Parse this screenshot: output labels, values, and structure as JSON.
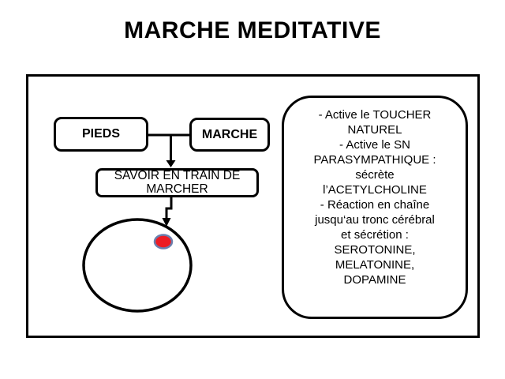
{
  "title": "MARCHE MEDITATIVE",
  "diagram": {
    "nodes": {
      "pieds": {
        "label": "PIEDS"
      },
      "marche": {
        "label": "MARCHE"
      },
      "savoir": {
        "label": [
          "SAVOIR EN TRAIN DE",
          "MARCHER"
        ]
      }
    },
    "panel": {
      "lines": [
        "- Active le TOUCHER",
        "NATUREL",
        "- Active le SN",
        "PARASYMPATHIQUE :",
        "sécrète",
        "l’ACETYLCHOLINE",
        "- Réaction en chaîne",
        "jusqu‘au tronc cérébral",
        "et sécrétion :",
        "SEROTONINE,",
        "MELATONINE,",
        "DOPAMINE"
      ]
    },
    "shapes": {
      "ellipse": "head-ellipse",
      "dot": "red-dot-marker"
    }
  },
  "colors": {
    "line": "#000000",
    "background": "#ffffff",
    "dot_fill": "#ed1c24",
    "dot_ring": "#6b7fae"
  }
}
